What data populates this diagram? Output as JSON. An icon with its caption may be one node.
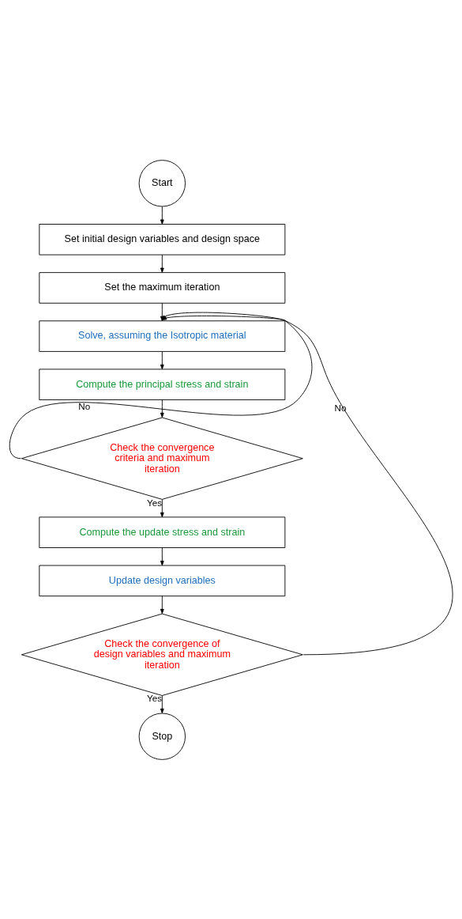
{
  "diagram": {
    "nodes": [
      {
        "text": [
          "Start"
        ]
      },
      {
        "text": [
          "Set initial design variables and design space"
        ]
      },
      {
        "text": [
          "Set the maximum iteration"
        ]
      },
      {
        "text": [
          "Solve, assuming the Isotropic material"
        ]
      },
      {
        "text": [
          "Compute the principal stress and strain"
        ]
      },
      {
        "text": [
          "Check the convergence criteria and maximum iteration"
        ]
      },
      {
        "text": [
          "Compute the update stress and strain"
        ]
      },
      {
        "text": [
          "Update design variables"
        ]
      },
      {
        "text": [
          "Check the convergence of design variables and maximum iteration"
        ]
      },
      {
        "text": [
          "Stop"
        ]
      }
    ],
    "edges": [
      {
        "from": 0,
        "to": 1,
        "arrow": "to"
      },
      {
        "from": 1,
        "to": 2,
        "arrow": "to"
      },
      {
        "from": 2,
        "to": 3,
        "arrow": "to"
      },
      {
        "from": 3,
        "to": 4,
        "arrow": "to"
      },
      {
        "from": 4,
        "to": 5,
        "arrow": "to"
      },
      {
        "from": 5,
        "to": 6,
        "arrow": "to",
        "label": "Yes"
      },
      {
        "from": 6,
        "to": 7,
        "arrow": "to"
      },
      {
        "from": 7,
        "to": 8,
        "arrow": "to"
      },
      {
        "from": 8,
        "to": 9,
        "arrow": "to",
        "label": "Yes"
      },
      {
        "from": 5,
        "to": 3,
        "arrow": "to",
        "label": "No"
      },
      {
        "from": 8,
        "to": 3,
        "arrow": "to",
        "label": "No"
      }
    ]
  }
}
